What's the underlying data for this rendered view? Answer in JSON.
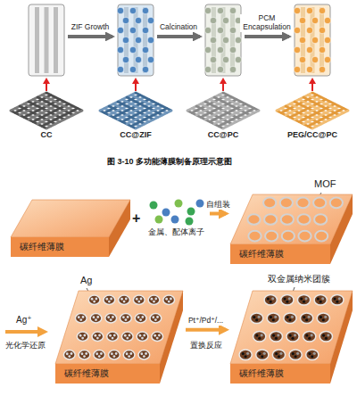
{
  "diagram": {
    "caption": "图 3-10 多功能薄膜制备原理示意图",
    "nodes": [
      {
        "text": [
          "CC"
        ]
      },
      {
        "text": [
          "CC@ZIF"
        ]
      },
      {
        "text": [
          "CC@PC"
        ]
      },
      {
        "text": [
          "PEG/CC@PC"
        ]
      },
      {
        "text": [
          "碳纤维薄膜"
        ]
      },
      {
        "text": [
          "金属、配体离子"
        ]
      },
      {
        "text": [
          "碳纤维薄膜"
        ]
      },
      {
        "text": [
          "碳纤维薄膜"
        ]
      },
      {
        "text": [
          "碳纤维薄膜"
        ]
      }
    ],
    "edges": [
      {
        "from": 0,
        "to": 1,
        "arrow": "to",
        "label": "ZIF Growth"
      },
      {
        "from": 1,
        "to": 2,
        "arrow": "to",
        "label": "Calcination"
      },
      {
        "from": 2,
        "to": 3,
        "arrow": "to",
        "label": "PCM Encapsulation"
      },
      {
        "from": 5,
        "to": 6,
        "arrow": "to",
        "label": "自组装"
      },
      {
        "from": 7,
        "to": 8,
        "arrow": "to",
        "label": "Pt⁺/Pd⁺/..."
      }
    ],
    "labels": [
      "+",
      "MOF",
      "Ag⁺",
      "光化学还原",
      "Ag",
      "置换反应",
      "双金属纳米团簇"
    ]
  }
}
